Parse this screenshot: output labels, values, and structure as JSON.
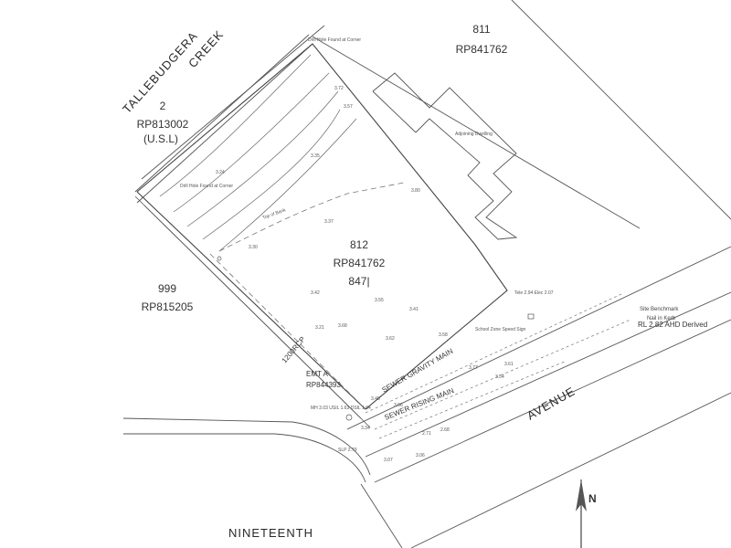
{
  "lots": {
    "lot_811": {
      "number": "811",
      "plan": "RP841762"
    },
    "lot_2": {
      "number": "2",
      "plan": "RP813002",
      "note": "(U.S.L)"
    },
    "lot_812": {
      "number": "812",
      "plan": "RP841762",
      "area": "847|"
    },
    "lot_999": {
      "number": "999",
      "plan": "RP815205"
    }
  },
  "streets": {
    "creek_word1": "TALLEBUDGERA",
    "creek_word2": "CREEK",
    "avenue": "AVENUE",
    "nineteenth": "NINETEENTH"
  },
  "easement": {
    "name": "EMT A",
    "plan": "RP844393"
  },
  "services": {
    "sewer_gravity": "SEWER GRAVITY MAIN",
    "sewer_rising": "SEWER RISING MAIN",
    "rcp": "1200RCP"
  },
  "benchmark": {
    "line1": "Site Benchmark",
    "line2": "Nail in Kerb",
    "line3": "RL 2.82 AHD Derived"
  },
  "notes": {
    "drill_hole_top": "Drill Hole Found at Corner",
    "drill_hole_left": "Drill Hole Found at Corner",
    "adjoining_dwelling": "Adjoining Dwelling",
    "top_of_bank": "Top of Bank",
    "school_zone": "School Zone\nSpeed Sign",
    "sewer_manhole": "MH 3.03\nUSIL 1.63\nDSIL 1.64",
    "tele": "Tele 2.94\nElec 2.07",
    "slp": "SLP 2.79"
  },
  "spot_heights": [
    "3.72",
    "3.57",
    "3.30",
    "3.42",
    "3.24",
    "3.35",
    "3.55",
    "3.80",
    "3.37",
    "3.21",
    "3.68",
    "3.45",
    "3.06",
    "2.71",
    "2.68",
    "3.77",
    "3.61",
    "3.54",
    "3.62",
    "3.41",
    "3.58",
    "3.34",
    "3.07",
    "3.06"
  ],
  "north_arrow": {
    "label": "N"
  }
}
